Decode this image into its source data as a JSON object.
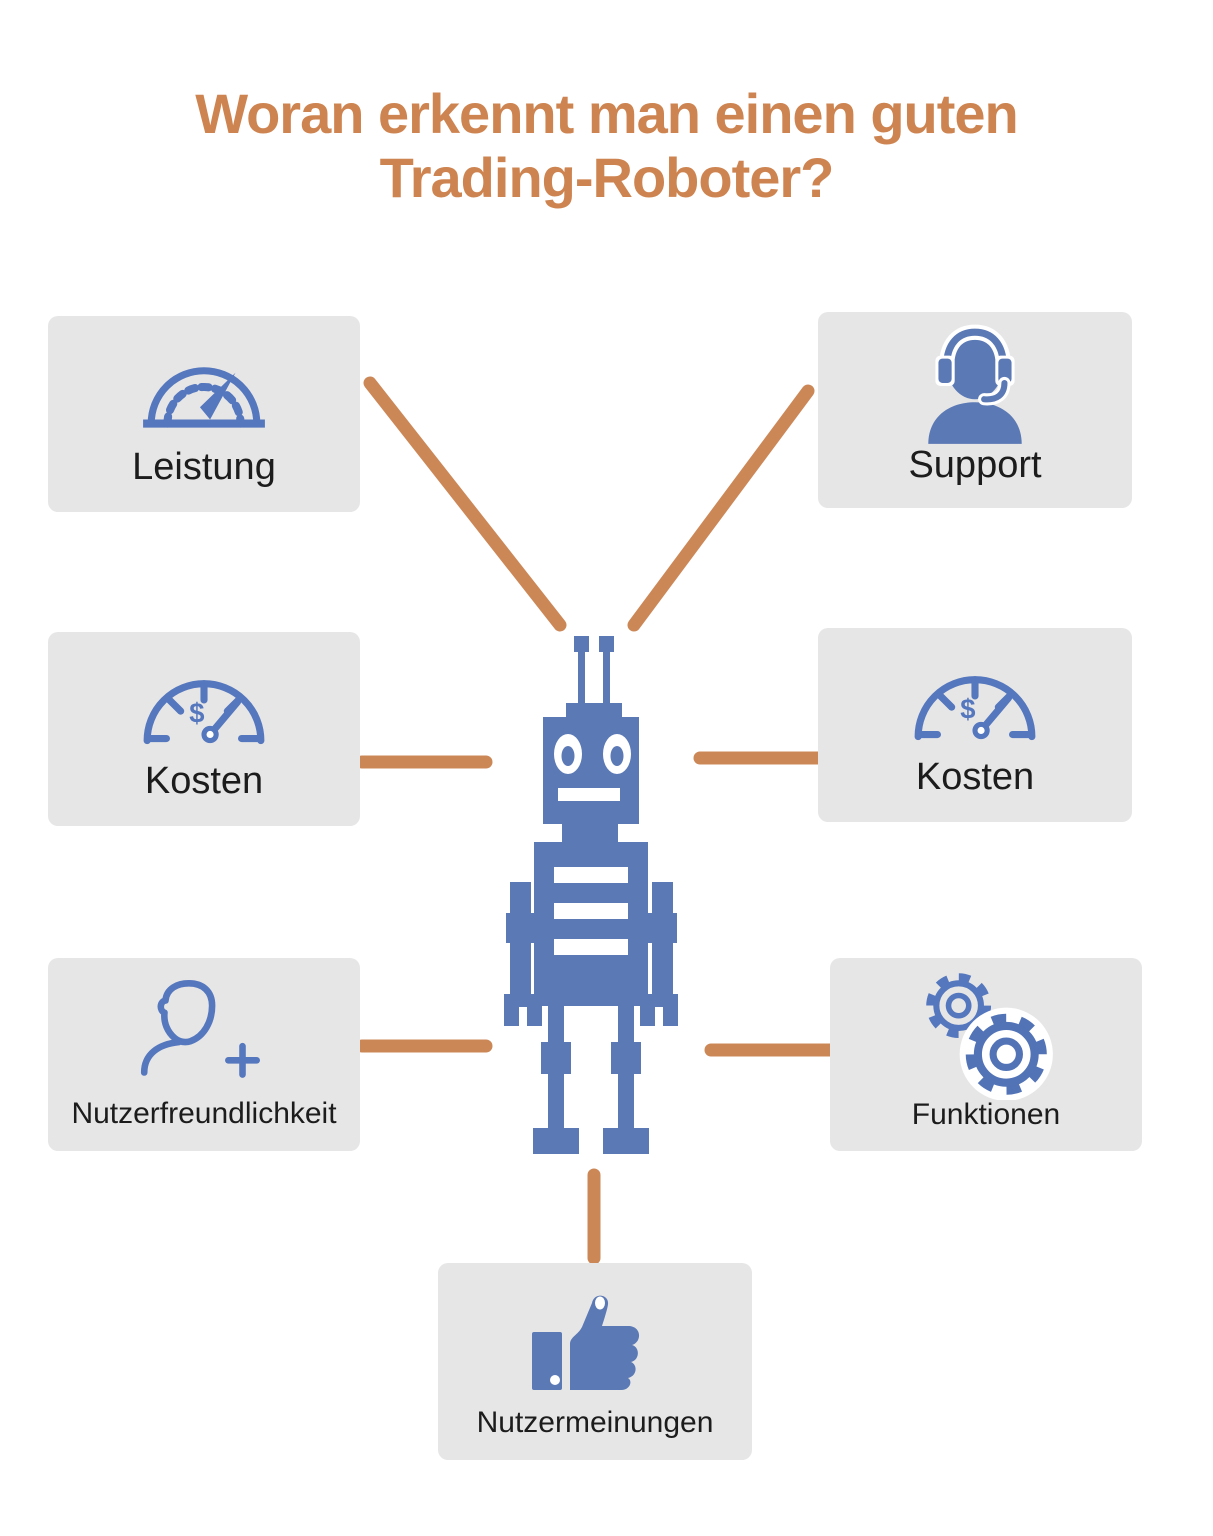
{
  "title": {
    "line1": "Woran erkennt man einen guten",
    "line2": "Trading-Roboter?"
  },
  "colors": {
    "accent_orange": "#CC8757",
    "title_orange": "#CE8450",
    "solid_icon_blue": "#5B79B5",
    "outline_icon_blue": "#5577BE",
    "box_background": "#E6E6E6",
    "label_text": "#1C1C1C",
    "background": "#FFFFFF"
  },
  "center_figure": {
    "name": "trading-robot",
    "description": "Solid blue robot with two antennas, oval eyes, striped torso, claw hands and rectangular feet"
  },
  "boxes": [
    {
      "id": "leistung",
      "label": "Leistung",
      "icon": "speedometer-icon"
    },
    {
      "id": "support",
      "label": "Support",
      "icon": "support-agent-icon"
    },
    {
      "id": "kosten_left",
      "label": "Kosten",
      "icon": "cost-gauge-icon"
    },
    {
      "id": "kosten_right",
      "label": "Kosten",
      "icon": "cost-gauge-icon"
    },
    {
      "id": "nutzerfreundlichkeit",
      "label": "Nutzerfreundlichkeit",
      "icon": "user-plus-icon"
    },
    {
      "id": "funktionen",
      "label": "Funktionen",
      "icon": "gears-icon"
    },
    {
      "id": "nutzermeinungen",
      "label": "Nutzermeinungen",
      "icon": "thumbs-up-icon"
    }
  ],
  "icons": {
    "cost_gauge_symbol": "$"
  },
  "connections": [
    {
      "from": "robot",
      "to": "leistung"
    },
    {
      "from": "robot",
      "to": "support"
    },
    {
      "from": "robot",
      "to": "kosten_left"
    },
    {
      "from": "robot",
      "to": "kosten_right"
    },
    {
      "from": "robot",
      "to": "nutzerfreundlichkeit"
    },
    {
      "from": "robot",
      "to": "funktionen"
    },
    {
      "from": "robot",
      "to": "nutzermeinungen"
    }
  ]
}
